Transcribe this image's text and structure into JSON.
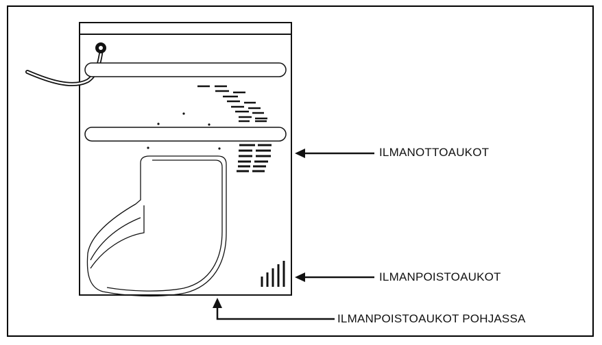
{
  "labels": {
    "intake": "ILMANOTTOAUKOT",
    "exhaust": "ILMANPOISTOAUKOT",
    "exhaust_bottom": "ILMANPOISTOAUKOT POHJASSA"
  },
  "colors": {
    "line": "#111111",
    "background": "#ffffff"
  }
}
